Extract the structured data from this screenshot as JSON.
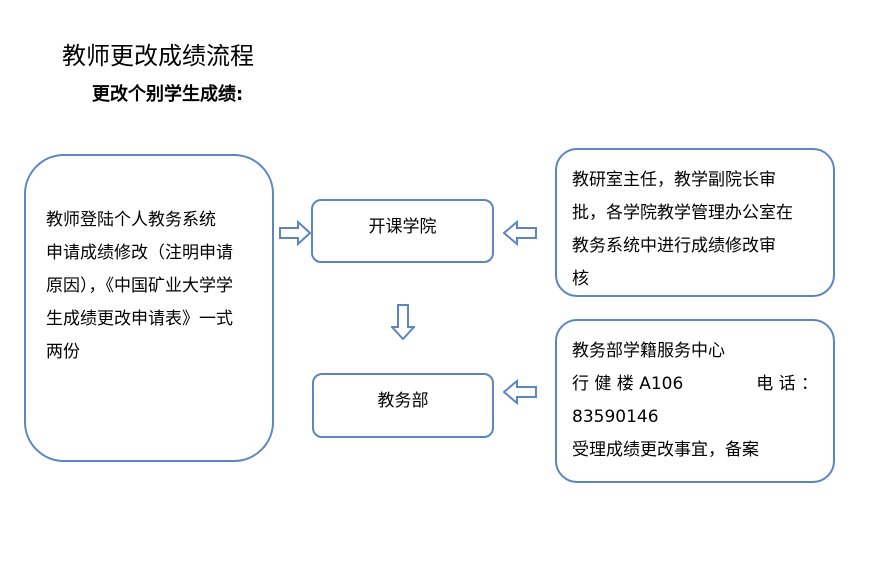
{
  "title": "教师更改成绩流程",
  "subtitle": "更改个别学生成绩:",
  "boxes": {
    "teacher": {
      "lines": [
        "教师登陆个人教务系统",
        "申请成绩修改（注明申请",
        "原因），《中国矿业大学学",
        "生成绩更改申请表》一式",
        "两份"
      ]
    },
    "college": {
      "label": "开课学院"
    },
    "academic_affairs": {
      "label": "教务部"
    },
    "director": {
      "lines": [
        "教研室主任，教学副院长审",
        "批，各学院教学管理办公室在",
        "教务系统中进行成绩修改审",
        "核"
      ]
    },
    "service_center": {
      "name": "教务部学籍服务中心",
      "location_label": "行 健 楼  A106",
      "phone_label": "电 话 ：",
      "phone": "83590146",
      "note": "受理成绩更改事宜，备案"
    }
  },
  "colors": {
    "border": "#5b86c2",
    "text": "#000000"
  },
  "icons": [
    "arrow-right-icon",
    "arrow-left-icon",
    "arrow-down-icon"
  ]
}
